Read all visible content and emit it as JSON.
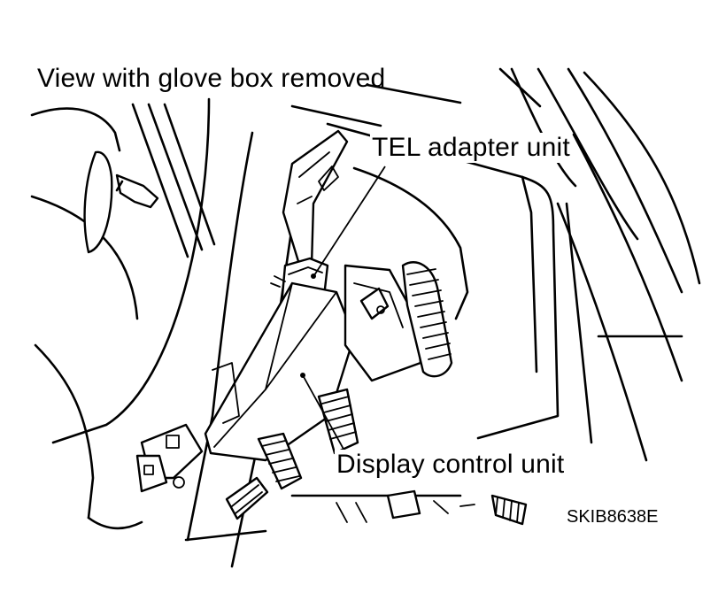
{
  "caption": "View with glove box removed",
  "callouts": {
    "tel_adapter": "TEL adapter unit",
    "display_control": "Display control unit"
  },
  "reference_code": "SKIB8638E",
  "colors": {
    "ink": "#000000",
    "background": "#ffffff"
  }
}
